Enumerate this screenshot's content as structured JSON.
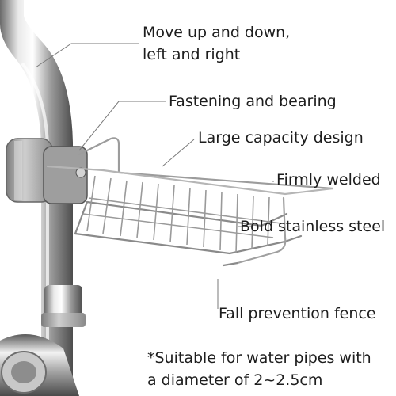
{
  "labels": {
    "move_line1": "Move up and down,",
    "move_line2": "left and right",
    "fastening": "Fastening and bearing",
    "large_capacity": "Large capacity design",
    "firmly_welded": "Firmly welded",
    "bold_stainless": "Bold stainless steel",
    "fall_prevention": "Fall prevention fence",
    "note_line1": "*Suitable for water pipes with",
    "note_line2": "a diameter of 2~2.5cm"
  },
  "colors": {
    "background": "#ffffff",
    "text": "#1d1d1d",
    "leader_line": "#7a7a7a",
    "steel_light": "#e8e8e8",
    "steel_mid": "#a9a9a9",
    "steel_dark": "#5c5c5c"
  }
}
